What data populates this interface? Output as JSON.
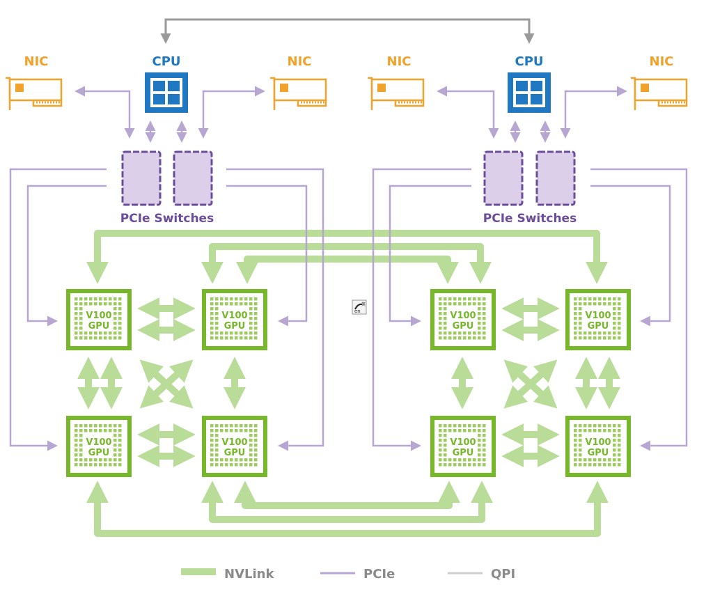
{
  "title": "NVLink / PCIe / QPI topology of 8x V100 GPU server",
  "colors": {
    "nvlink": "#b9dc98",
    "pcie": "#b8a6d2",
    "qpi": "#9a9a9a",
    "gpu": "#76b82a",
    "cpu": "#1f78c1",
    "nic": "#f0a22a",
    "switch_fill": "#dccfe9",
    "switch_stroke": "#6b4c9a"
  },
  "sockets": [
    {
      "cpu_label": "CPU",
      "nic_left_label": "NIC",
      "nic_right_label": "NIC",
      "switch_label": "PCIe Switches",
      "gpus": [
        {
          "line1": "V100",
          "line2": "GPU"
        },
        {
          "line1": "V100",
          "line2": "GPU"
        },
        {
          "line1": "V100",
          "line2": "GPU"
        },
        {
          "line1": "V100",
          "line2": "GPU"
        }
      ]
    },
    {
      "cpu_label": "CPU",
      "nic_left_label": "NIC",
      "nic_right_label": "NIC",
      "switch_label": "PCIe Switches",
      "gpus": [
        {
          "line1": "V100",
          "line2": "GPU"
        },
        {
          "line1": "V100",
          "line2": "GPU"
        },
        {
          "line1": "V100",
          "line2": "GPU"
        },
        {
          "line1": "V100",
          "line2": "GPU"
        }
      ]
    }
  ],
  "legend": [
    {
      "label": "NVLink",
      "kind": "nvlink"
    },
    {
      "label": "PCIe",
      "kind": "pcie"
    },
    {
      "label": "QPI",
      "kind": "qpi"
    }
  ],
  "overlay_icon": "ime-language-icon"
}
